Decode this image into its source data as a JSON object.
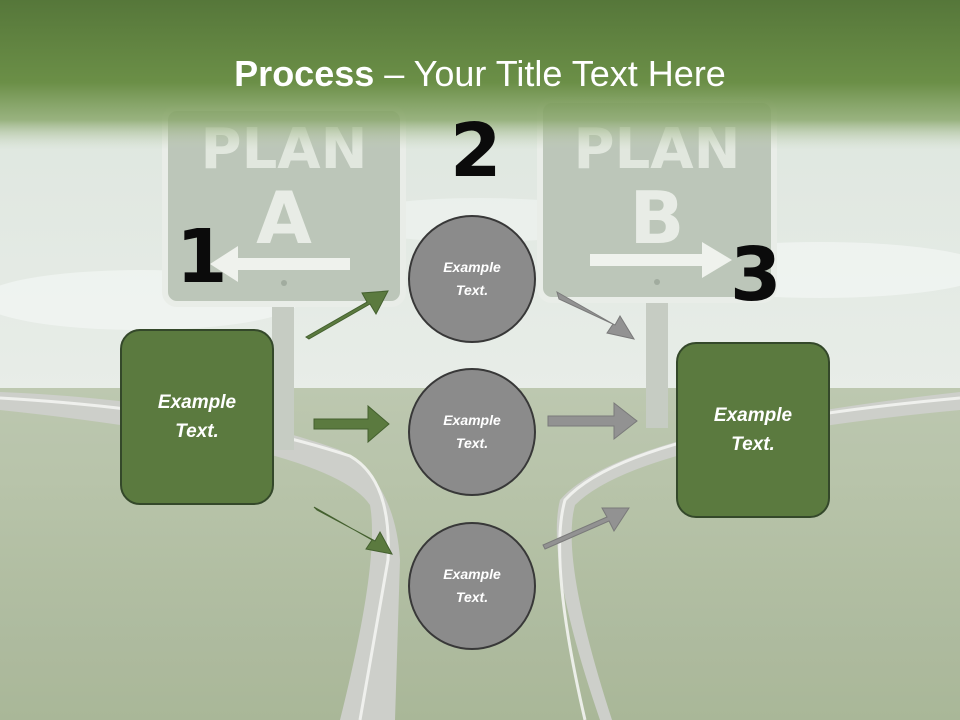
{
  "title": {
    "bold": "Process",
    "rest": " – Your Title Text Here"
  },
  "background": {
    "sign_left": {
      "line1": "PLAN",
      "line2": "A"
    },
    "sign_right": {
      "line1": "PLAN",
      "line2": "B"
    }
  },
  "numbers": [
    "1",
    "2",
    "3"
  ],
  "left_box": {
    "text": "Example Text."
  },
  "circles": [
    {
      "text": "Example Text."
    },
    {
      "text": "Example Text."
    },
    {
      "text": "Example Text."
    }
  ],
  "right_box": {
    "text": "Example Text."
  },
  "colors": {
    "title_bar": "#5f853d",
    "green_box": "#5b7a3f",
    "green_arrow": "#5b7a3f",
    "gray_circle": "#8b8b8b",
    "gray_arrow": "#8f8f8f"
  }
}
